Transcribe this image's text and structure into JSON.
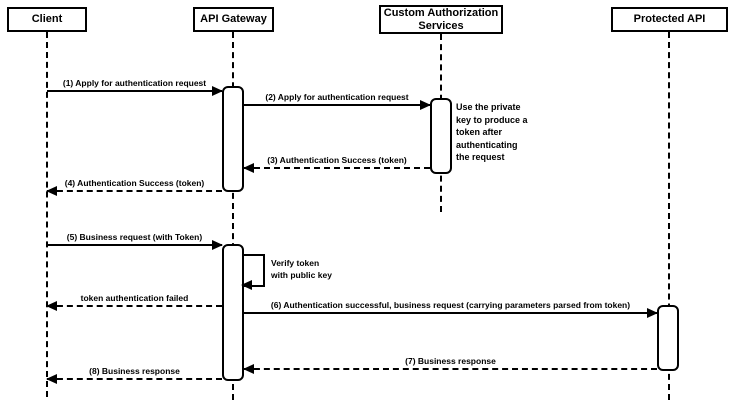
{
  "diagram": {
    "title": "API Gateway token authentication sequence",
    "type": "sequence-diagram",
    "background_color": "#ffffff",
    "line_color": "#000000",
    "text_color": "#000000"
  },
  "participants": [
    {
      "label": "Client"
    },
    {
      "label": "API Gateway"
    },
    {
      "label": "Custom Authorization Services"
    },
    {
      "label": "Protected API"
    }
  ],
  "messages": [
    {
      "label": "(1) Apply for authentication request",
      "from": "Client",
      "to": "API Gateway",
      "line": "solid",
      "direction": "right"
    },
    {
      "label": "(2) Apply for authentication request",
      "from": "API Gateway",
      "to": "Custom Authorization Services",
      "line": "solid",
      "direction": "right"
    },
    {
      "label": "(3) Authentication Success (token)",
      "from": "Custom Authorization Services",
      "to": "API Gateway",
      "line": "dashed",
      "direction": "left"
    },
    {
      "label": "(4) Authentication Success (token)",
      "from": "API Gateway",
      "to": "Client",
      "line": "dashed",
      "direction": "left"
    },
    {
      "label": "(5) Business request (with Token)",
      "from": "Client",
      "to": "API Gateway",
      "line": "solid",
      "direction": "right"
    },
    {
      "label": "token authentication failed",
      "from": "API Gateway",
      "to": "Client",
      "line": "dashed",
      "direction": "left"
    },
    {
      "label": "(6) Authentication successful, business request (carrying parameters parsed from token)",
      "from": "API Gateway",
      "to": "Protected API",
      "line": "solid",
      "direction": "right"
    },
    {
      "label": "(7) Business response",
      "from": "Protected API",
      "to": "API Gateway",
      "line": "dashed",
      "direction": "left"
    },
    {
      "label": "(8) Business response",
      "from": "API Gateway",
      "to": "Client",
      "line": "dashed",
      "direction": "left"
    }
  ],
  "self_message": {
    "label": "Verify token\nwith public key",
    "on": "API Gateway"
  },
  "notes": [
    {
      "label": "Use the private\nkey to produce a\ntoken after\nauthenticating\nthe request",
      "attached_to": "Custom Authorization Services"
    }
  ]
}
